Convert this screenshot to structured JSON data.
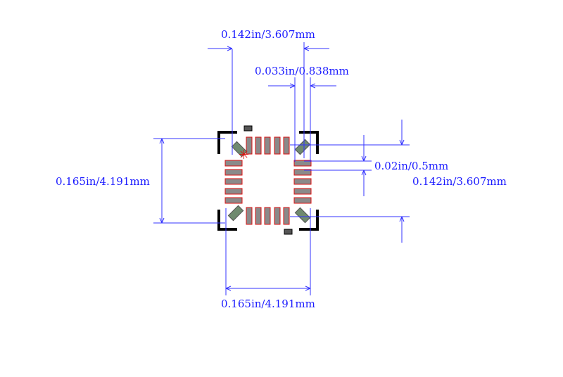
{
  "dimensions": {
    "top_outer": "0.142in/3.607mm",
    "top_inner": "0.033in/0.838mm",
    "pitch": "0.02in/0.5mm",
    "right_height": "0.142in/3.607mm",
    "left_height": "0.165in/4.191mm",
    "bottom_width": "0.165in/4.191mm"
  },
  "pin1_marker": "✳",
  "colors": {
    "dimension": "#1a1aff",
    "pad_outline": "#dd1111",
    "pad_fill": "#8a8a8a",
    "silkscreen": "#000000"
  }
}
